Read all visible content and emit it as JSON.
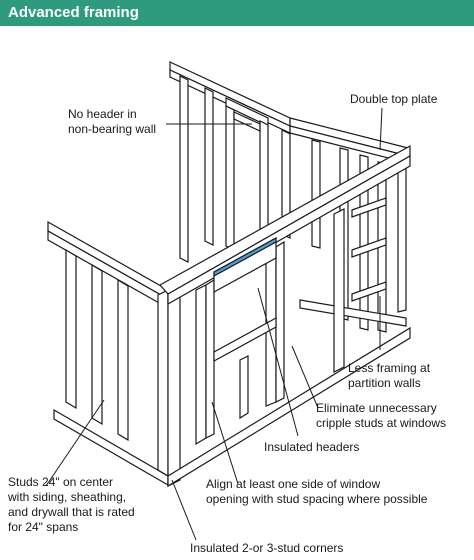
{
  "title": "Advanced framing",
  "colors": {
    "header_bar": "#2e9a7e",
    "insulation": "#4a9fd8"
  },
  "labels": {
    "no_header_line1": "No header in",
    "no_header_line2": "non-bearing wall",
    "double_top_plate": "Double top plate",
    "less_framing_line1": "Less framing at",
    "less_framing_line2": "partition walls",
    "eliminate_line1": "Eliminate unnecessary",
    "eliminate_line2": "cripple studs at windows",
    "insulated_headers": "Insulated headers",
    "align_line1": "Align at least one side of window",
    "align_line2": "opening with stud spacing where possible",
    "studs_line1": "Studs 24\" on center",
    "studs_line2": "with siding, sheathing,",
    "studs_line3": "and drywall that is rated",
    "studs_line4": "for 24\" spans",
    "insulated_corners": "Insulated 2-or 3-stud corners"
  }
}
